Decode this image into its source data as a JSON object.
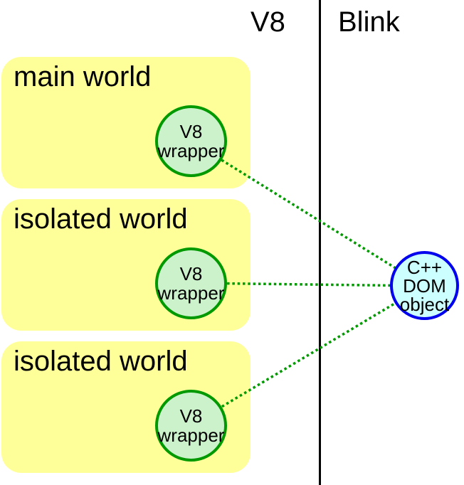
{
  "header": {
    "left_label": "V8",
    "right_label": "Blink"
  },
  "worlds": [
    {
      "label": "main world",
      "wrapper": {
        "line1": "V8",
        "line2": "wrapper"
      }
    },
    {
      "label": "isolated world",
      "wrapper": {
        "line1": "V8",
        "line2": "wrapper"
      }
    },
    {
      "label": "isolated world",
      "wrapper": {
        "line1": "V8",
        "line2": "wrapper"
      }
    }
  ],
  "dom_object": {
    "line1": "C++",
    "line2": "DOM",
    "line3": "object"
  },
  "colors": {
    "world_fill": "#FFFF99",
    "wrapper_fill": "#CCF2CC",
    "wrapper_border": "#009900",
    "link_dots": "#009900",
    "dom_fill": "#CCFFFF",
    "dom_border": "#0000EE",
    "divider": "#000000",
    "text": "#000000",
    "background": "#FFFFFF"
  }
}
